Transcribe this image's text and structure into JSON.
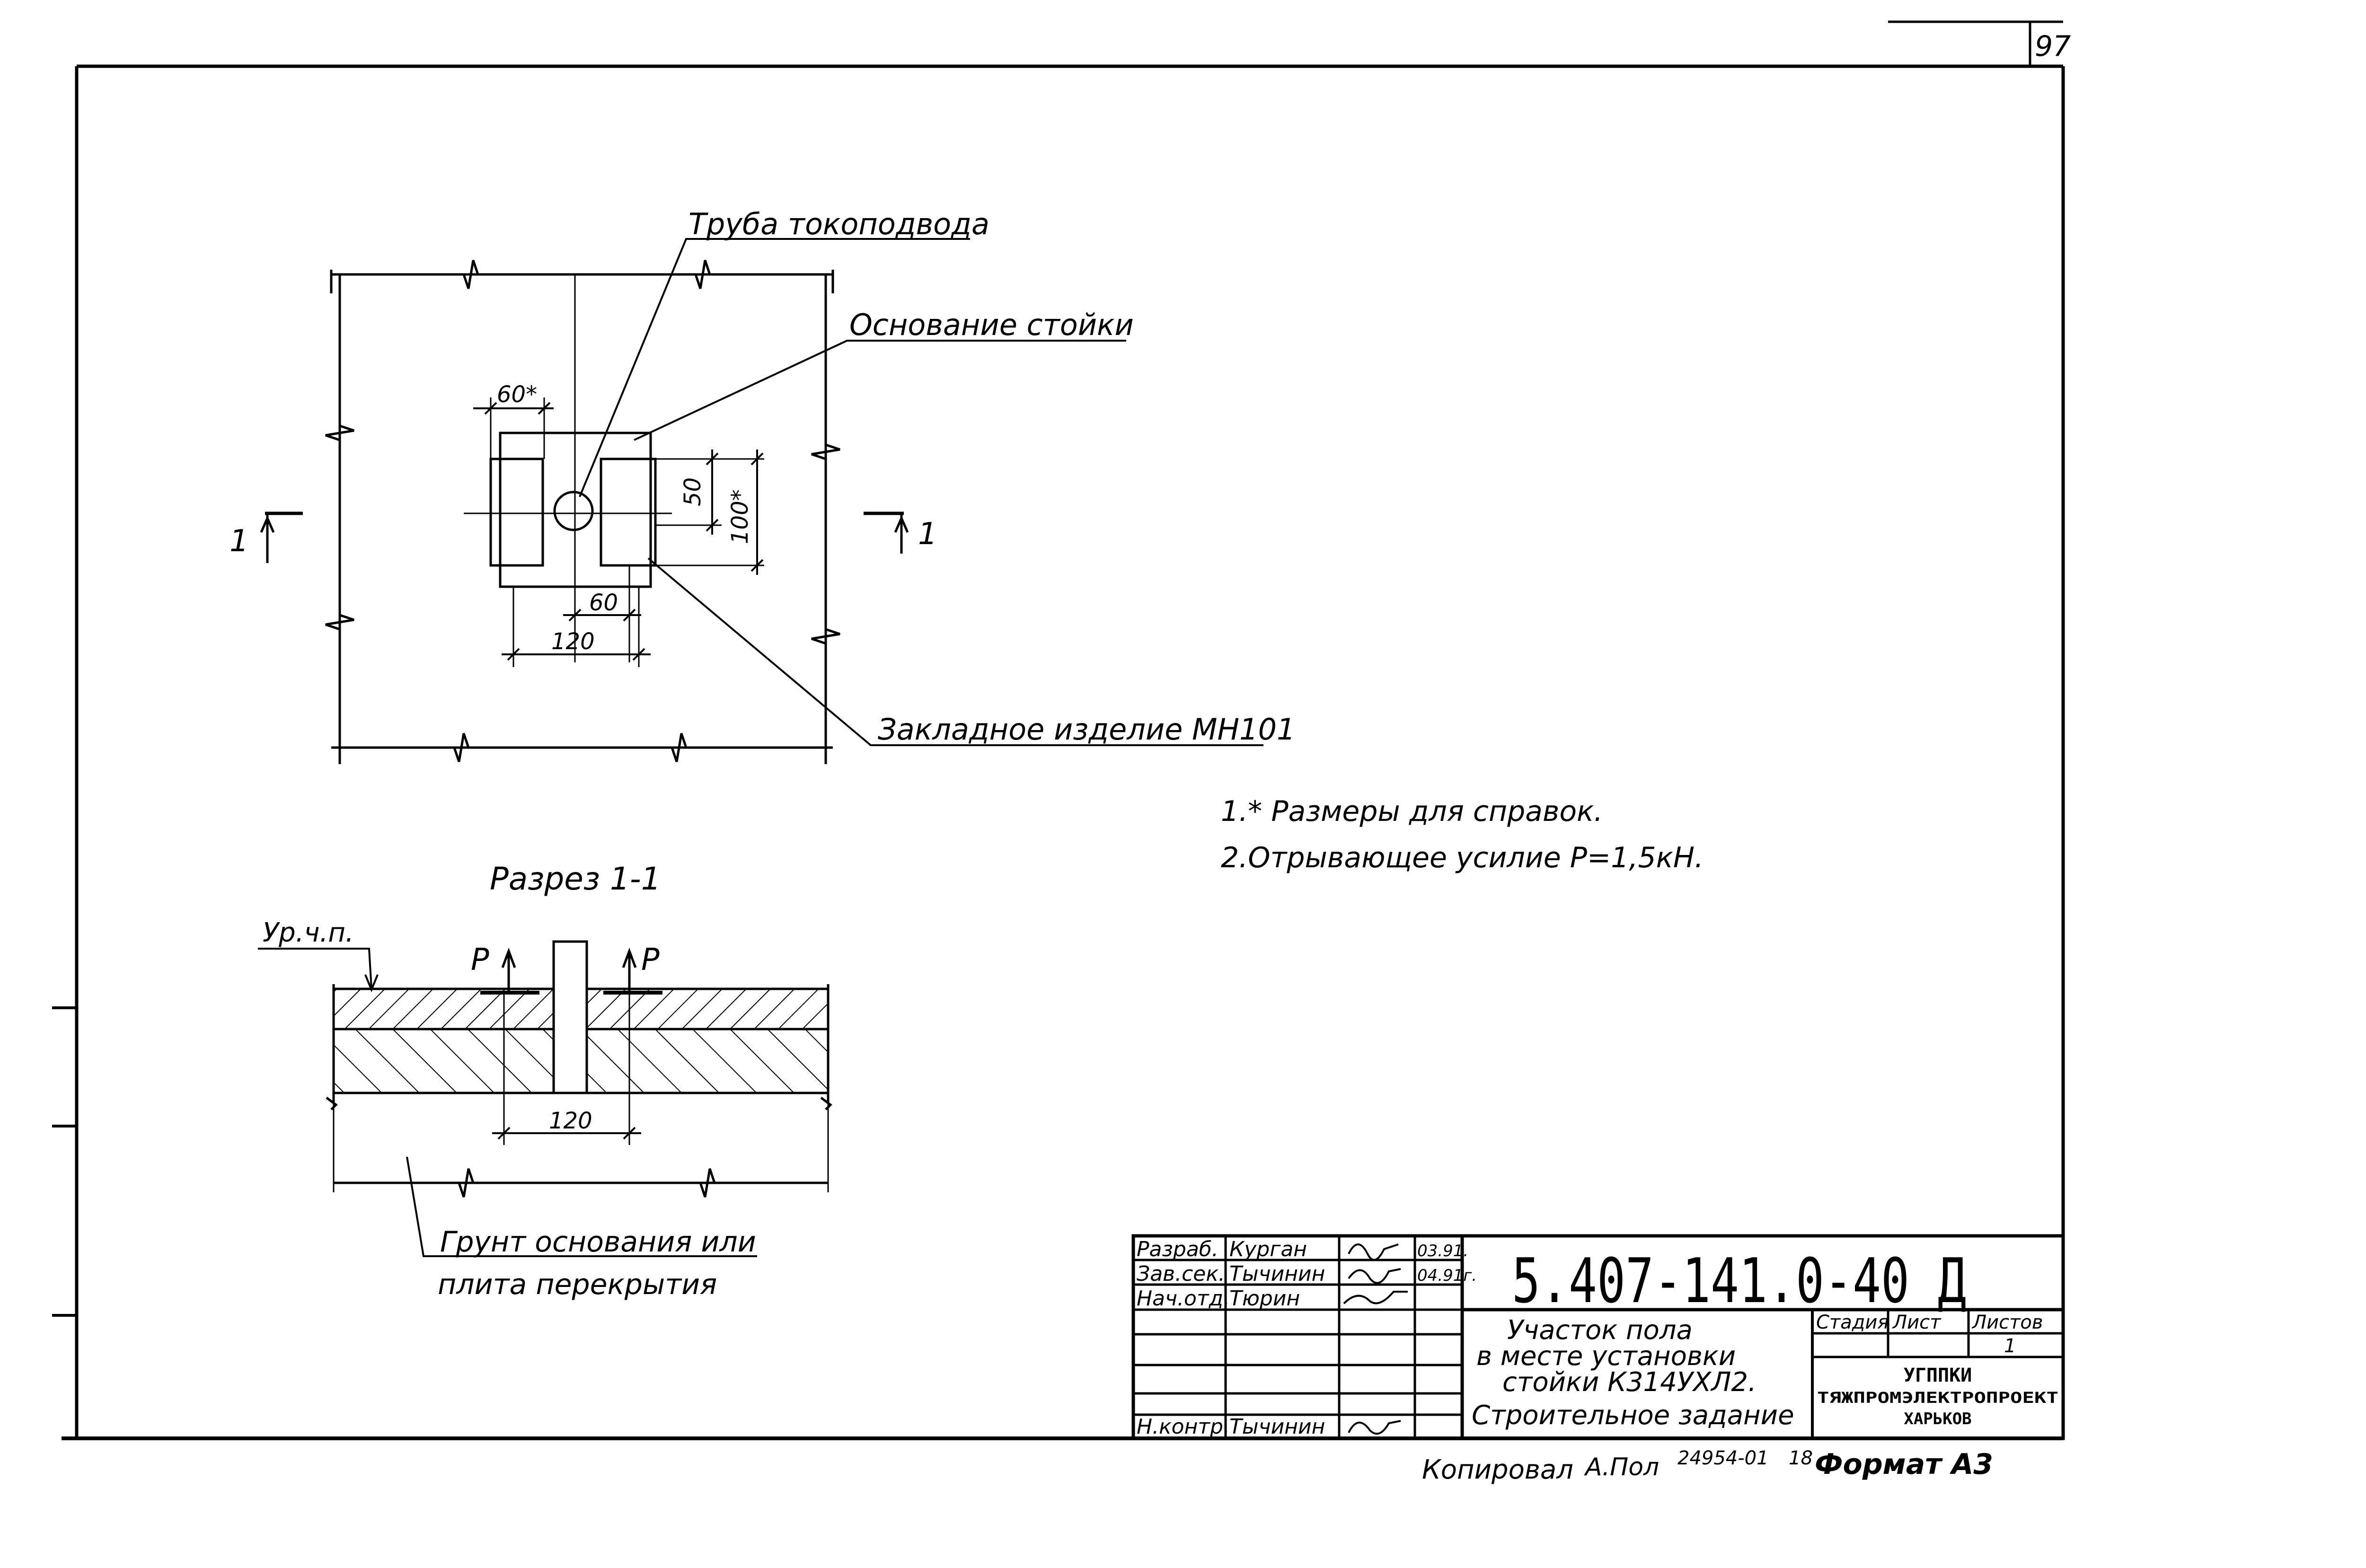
{
  "sheet_number": "97",
  "plan": {
    "label_pipe": "Труба токоподвода",
    "label_base": "Основание стойки",
    "label_embed": "Закладное изделие МН101",
    "dim_60_star": "60*",
    "dim_50": "50",
    "dim_100_star": "100*",
    "dim_60": "60",
    "dim_120": "120",
    "section_mark_left": "1",
    "section_mark_right": "1"
  },
  "notes": [
    "1.* Размеры для справок.",
    "2.Отрывающее усилие Р=1,5кН."
  ],
  "section": {
    "title": "Разрез 1-1",
    "floor_level_label": "Ур.ч.п.",
    "force_left": "Р",
    "force_right": "Р",
    "dim_120": "120",
    "soil_label_line1": "Грунт основания или",
    "soil_label_line2": "плита перекрытия"
  },
  "title_block": {
    "designation": "5.407-141.0-40 Д",
    "roles": [
      {
        "role": "Разраб.",
        "name": "Курган",
        "date": "03.91."
      },
      {
        "role": "Зав.сек.",
        "name": "Тычинин",
        "date": "04.91г."
      },
      {
        "role": "Нач.отд.",
        "name": "Тюрин",
        "date": ""
      },
      {
        "role": "",
        "name": "",
        "date": ""
      },
      {
        "role": "",
        "name": "",
        "date": ""
      },
      {
        "role": "",
        "name": "",
        "date": ""
      },
      {
        "role": "Н.контр.",
        "name": "Тычинин",
        "date": ""
      }
    ],
    "description_line1": "Участок пола",
    "description_line2": "в месте установки",
    "description_line3": "стойки К314УХЛ2.",
    "description_line4": "Строительное задание",
    "col_stage": "Стадия",
    "col_sheet": "Лист",
    "col_sheets": "Листов",
    "sheets_value": "1",
    "org_line1": "УГППКИ",
    "org_line2": "ТЯЖПРОМЭЛЕКТРОПРОЕКТ",
    "org_line3": "ХАРЬКОВ"
  },
  "footer": {
    "copied": "Копировал",
    "copier": "А.Пол",
    "order_no": "24954-01",
    "sheet_no": "18",
    "format": "Формат А3"
  }
}
